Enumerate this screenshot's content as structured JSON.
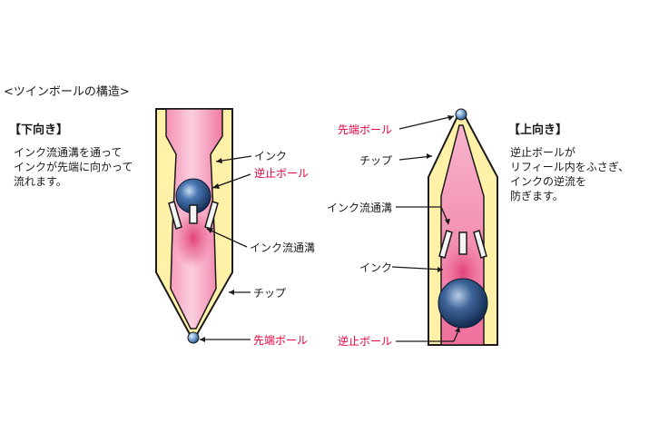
{
  "title": "<ツインボールの構造>",
  "left": {
    "heading": "【下向き】",
    "description": "インク流通溝を通って\nインクが先端に向かって\n流れます。",
    "labels": {
      "ink": "インク",
      "check_ball": "逆止ボール",
      "groove": "インク流通溝",
      "chip": "チップ",
      "tip_ball": "先端ボール"
    }
  },
  "right": {
    "heading": "【上向き】",
    "description": "逆止ボールが\nリフィール内をふさぎ、\nインクの逆流を\n防ぎます。",
    "labels": {
      "tip_ball": "先端ボール",
      "chip": "チップ",
      "groove": "インク流通溝",
      "ink": "インク",
      "check_ball": "逆止ボール"
    }
  },
  "colors": {
    "chip_yellow": "#fff2a8",
    "outline": "#1a1a1a",
    "ink_pink": "#f37aa6",
    "label_red": "#e8003c",
    "ball_blue": "#2e5a90"
  }
}
